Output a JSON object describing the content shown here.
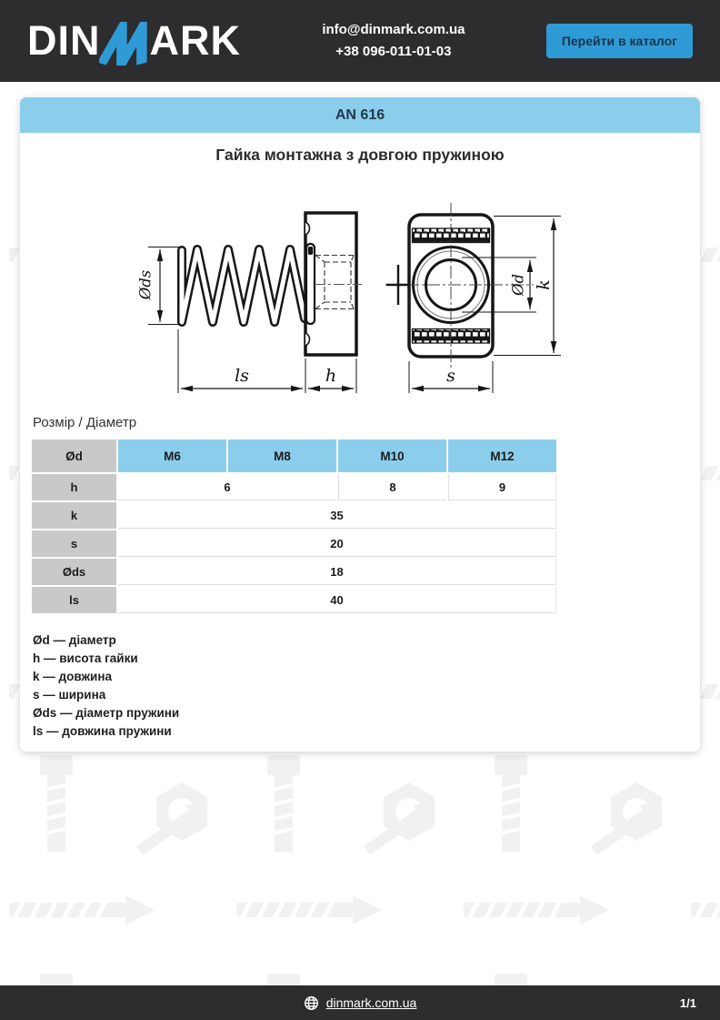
{
  "header": {
    "logo_part1": "DIN",
    "logo_part2": "ARK",
    "email": "info@dinmark.com.ua",
    "phone": "+38 096-011-01-03",
    "catalog_button": "Перейти в каталог"
  },
  "banner": {
    "code": "AN 616"
  },
  "product": {
    "title": "Гайка монтажна з довгою пружиною"
  },
  "drawing": {
    "labels": {
      "ods": "Øds",
      "ls": "ls",
      "h": "h",
      "od": "Ød",
      "k": "k",
      "s": "s"
    }
  },
  "table": {
    "size_label": "Розмір / Діаметр",
    "corner": "Ød",
    "columns": [
      "M6",
      "M8",
      "M10",
      "M12"
    ],
    "rows": [
      {
        "label": "h",
        "cells": [
          {
            "value": "6",
            "span": 2
          },
          {
            "value": "8",
            "span": 1
          },
          {
            "value": "9",
            "span": 1
          }
        ]
      },
      {
        "label": "k",
        "cells": [
          {
            "value": "35",
            "span": 4
          }
        ]
      },
      {
        "label": "s",
        "cells": [
          {
            "value": "20",
            "span": 4
          }
        ]
      },
      {
        "label": "Øds",
        "cells": [
          {
            "value": "18",
            "span": 4
          }
        ]
      },
      {
        "label": "ls",
        "cells": [
          {
            "value": "40",
            "span": 4
          }
        ]
      }
    ]
  },
  "legend": [
    "Ød — діаметр",
    "h — висота гайки",
    "k — довжина",
    "s — ширина",
    "Øds — діаметр пружини",
    "ls — довжина пружини"
  ],
  "footer": {
    "site": "dinmark.com.ua",
    "page": "1/1"
  },
  "colors": {
    "accent_blue": "#2f9bd6",
    "light_blue": "#8bceec",
    "dark_bg": "#2d2d2f",
    "label_gray": "#c9c9c9"
  }
}
